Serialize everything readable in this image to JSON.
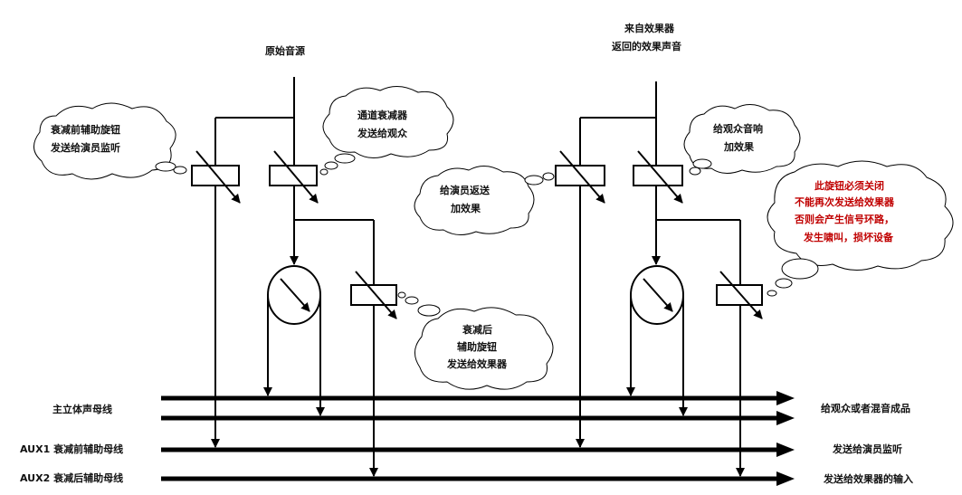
{
  "colors": {
    "warning_text": "#c00000",
    "line": "#000000",
    "background": "#ffffff"
  },
  "top_labels": {
    "source_label": "原始音源",
    "return_label_line1": "来自效果器",
    "return_label_line2": "返回的效果声音"
  },
  "callouts": {
    "pre_fader_aux_line1": "衰减前辅助旋钮",
    "pre_fader_aux_line2": "发送给演员监听",
    "channel_fader_line1": "通道衰减器",
    "channel_fader_line2": "发送给观众",
    "post_fader_aux_line1": "衰减后",
    "post_fader_aux_line2": "辅助旋钮",
    "post_fader_aux_line3": "发送给效果器",
    "performer_return_line1": "给演员返送",
    "performer_return_line2": "加效果",
    "audience_fx_line1": "给观众音响",
    "audience_fx_line2": "加效果",
    "warning_line1": "此旋钮必须关闭",
    "warning_line2": "不能再次发送给效果器",
    "warning_line3": "否则会产生信号环路，",
    "warning_line4": "发生啸叫，损坏设备"
  },
  "buses": {
    "main_stereo_label": "主立体声母线",
    "aux1_label": "AUX1 衰减前辅助母线",
    "aux2_label": "AUX2 衰减后辅助母线",
    "main_out_label": "给观众或者混音成品",
    "aux1_out_label": "发送给演员监听",
    "aux2_out_label": "发送给效果器的输入"
  }
}
